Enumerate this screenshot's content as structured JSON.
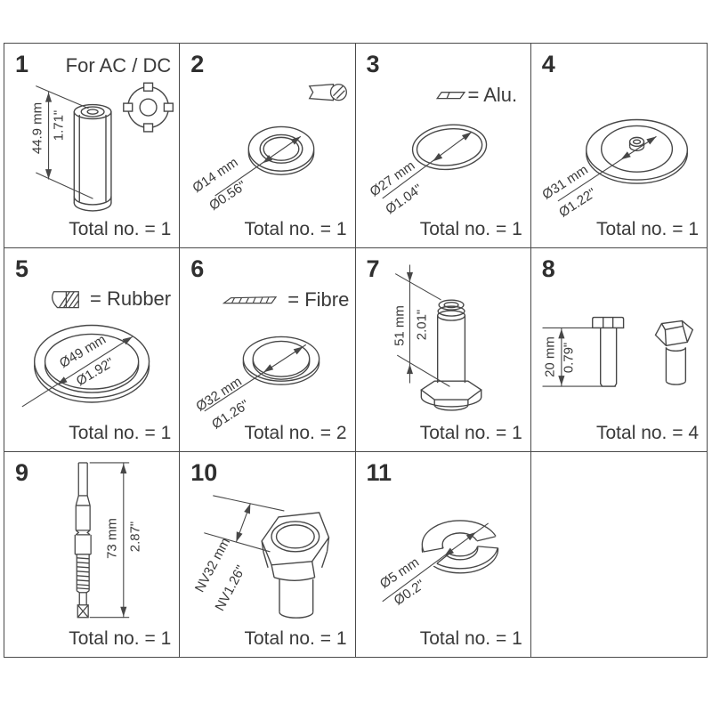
{
  "page": {
    "background": "#ffffff",
    "line_color": "#474747",
    "text_color": "#3a3a3a"
  },
  "cells": [
    {
      "number": "1",
      "header": "For AC / DC",
      "dim_mm": "44.9 mm",
      "dim_in": "1.71\"",
      "total": "Total no. = 1",
      "icon": "armature-end-view-icon"
    },
    {
      "number": "2",
      "dim_mm": "Ø14 mm",
      "dim_in": "Ø0.56\"",
      "total": "Total no. = 1",
      "icon": "steel-washer-side-icon"
    },
    {
      "number": "3",
      "material": "= Alu.",
      "dim_mm": "Ø27 mm",
      "dim_in": "Ø1.04\"",
      "total": "Total no. = 1",
      "icon": "alu-gasket-side-icon"
    },
    {
      "number": "4",
      "dim_mm": "Ø31 mm",
      "dim_in": "Ø1.22\"",
      "total": "Total no. = 1"
    },
    {
      "number": "5",
      "material": "= Rubber",
      "dim_mm": "Ø49 mm",
      "dim_in": "Ø1.92\"",
      "total": "Total no. = 1",
      "icon": "rubber-section-icon"
    },
    {
      "number": "6",
      "material": "= Fibre",
      "dim_mm": "Ø32 mm",
      "dim_in": "Ø1.26\"",
      "total": "Total no. = 2",
      "icon": "fibre-strip-icon"
    },
    {
      "number": "7",
      "dim_mm": "51 mm",
      "dim_in": "2.01\"",
      "total": "Total no. = 1"
    },
    {
      "number": "8",
      "dim_mm": "20 mm",
      "dim_in": "0.79\"",
      "total": "Total no. = 4"
    },
    {
      "number": "9",
      "dim_mm": "73 mm",
      "dim_in": "2.87\"",
      "total": "Total no. = 1"
    },
    {
      "number": "10",
      "dim_mm": "NV32 mm",
      "dim_in": "NV1.26\"",
      "total": "Total no. = 1"
    },
    {
      "number": "11",
      "dim_mm": "Ø5 mm",
      "dim_in": "Ø0.2\"",
      "total": "Total no. = 1"
    },
    {}
  ]
}
